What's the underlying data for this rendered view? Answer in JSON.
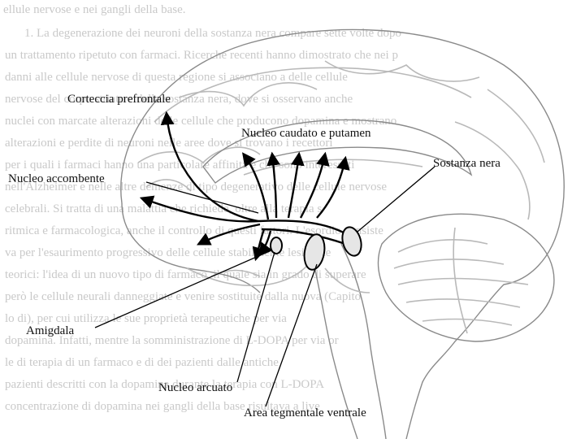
{
  "background_text": [
    "ellule nervose e nei gangli della base.",
    "1. La degenerazione dei neuroni della sostanza nera compare sette volte dopo",
    "un trattamento ripetuto con farmaci. Ricerche recenti hanno dimostrato che nei p",
    "danni alle cellule nervose di questa regione si associano a delle cellule",
    "nervose del corpo striato e della sostanza nera, dove si osservano anche",
    "nuclei con marcate alterazioni delle cellule che producono dopamina e mostrano",
    "alterazioni e perdite di neuroni nelle aree dove si trovano i recettori",
    "per i quali i farmaci hanno una particolare affinità e che sono interessati",
    "nell'Alzheimer e nelle altre demenze di tipo degenerativo delle cellule nervose",
    "celebrali. Si tratta di una malattia che richiede, oltre alla terapia s",
    "ritmica e farmacologica, anche il controllo di questi fattori. L'esordio consiste",
    "va per l'esaurimento progressivo delle cellule stabilmente lesionate",
    "teorici: l'idea di un nuovo tipo di farmaco, il quale sia in grado di superare",
    "però le cellule neurali danneggiate e venire sostituite dalla nuova (Capito",
    "lo di), per cui utilizza le sue proprietà terapeutiche per via",
    "dopamina. Infatti, mentre la somministrazione di L-DOPA per via or",
    "le di terapia di un farmaco e di dei pazienti dalle antiche",
    "pazienti descritti con la dopamina durante la terapia con L-DOPA",
    "concentrazione di dopamina nei gangli della base risultava a live"
  ],
  "labels": {
    "prefrontal_cortex": "Corteccia prefrontale",
    "caudate_putamen": "Nucleo caudato e putamen",
    "nucleus_accumbens": "Nucleo accombente",
    "substantia_nigra": "Sostanza nera",
    "amygdala": "Amigdala",
    "arcuate_nucleus": "Nucleo arcuato",
    "ventral_tegmental_area": "Area tegmentale ventrale"
  }
}
